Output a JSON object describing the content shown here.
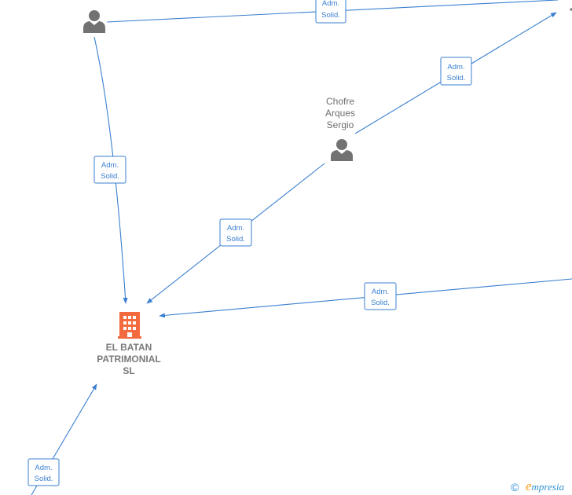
{
  "colors": {
    "edge": "#3a7fd0",
    "person_icon": "#727272",
    "company_icon": "#f26a3d",
    "company_text": "#7a7a7a",
    "brand_e": "#f39c12",
    "brand_text": "#2e8fd0"
  },
  "nodes": {
    "person_top_left": {
      "name_lines": [],
      "icon": "person-icon"
    },
    "person_chofre": {
      "name_lines": [
        "Chofre",
        "Arques",
        "Sergio"
      ],
      "icon": "person-icon"
    },
    "company_el_batan": {
      "name_lines": [
        "EL BATAN",
        "PATRIMONIAL",
        "SL"
      ],
      "icon": "building-icon"
    }
  },
  "edges": [
    {
      "id": "top",
      "label_lines": [
        "Adm.",
        "Solid."
      ]
    },
    {
      "id": "chofre_to_top_right",
      "label_lines": [
        "Adm.",
        "Solid."
      ]
    },
    {
      "id": "top_left_to_company",
      "label_lines": [
        "Adm.",
        "Solid."
      ]
    },
    {
      "id": "chofre_to_company",
      "label_lines": [
        "Adm.",
        "Solid."
      ]
    },
    {
      "id": "right_to_company",
      "label_lines": [
        "Adm.",
        "Solid."
      ]
    },
    {
      "id": "bottom_left_to_company",
      "label_lines": [
        "Adm.",
        "Solid."
      ]
    }
  ],
  "footer": {
    "copyright_symbol": "©",
    "brand_initial": "e",
    "brand_rest": "mpresia"
  }
}
